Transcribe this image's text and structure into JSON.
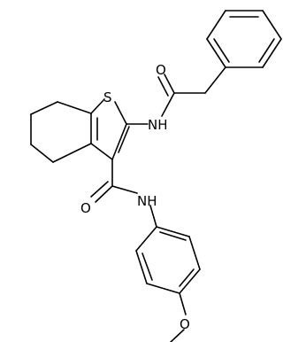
{
  "molecule": {
    "atoms": {
      "sulfur": "S",
      "amide_oxygen_top": "O",
      "amide_nh_top": "NH",
      "amide_oxygen_bottom": "O",
      "amide_nh_bottom": "NH",
      "methoxy_oxygen": "O"
    },
    "colors": {
      "bond": "#000000",
      "label": "#000000",
      "background": "#ffffff"
    }
  }
}
